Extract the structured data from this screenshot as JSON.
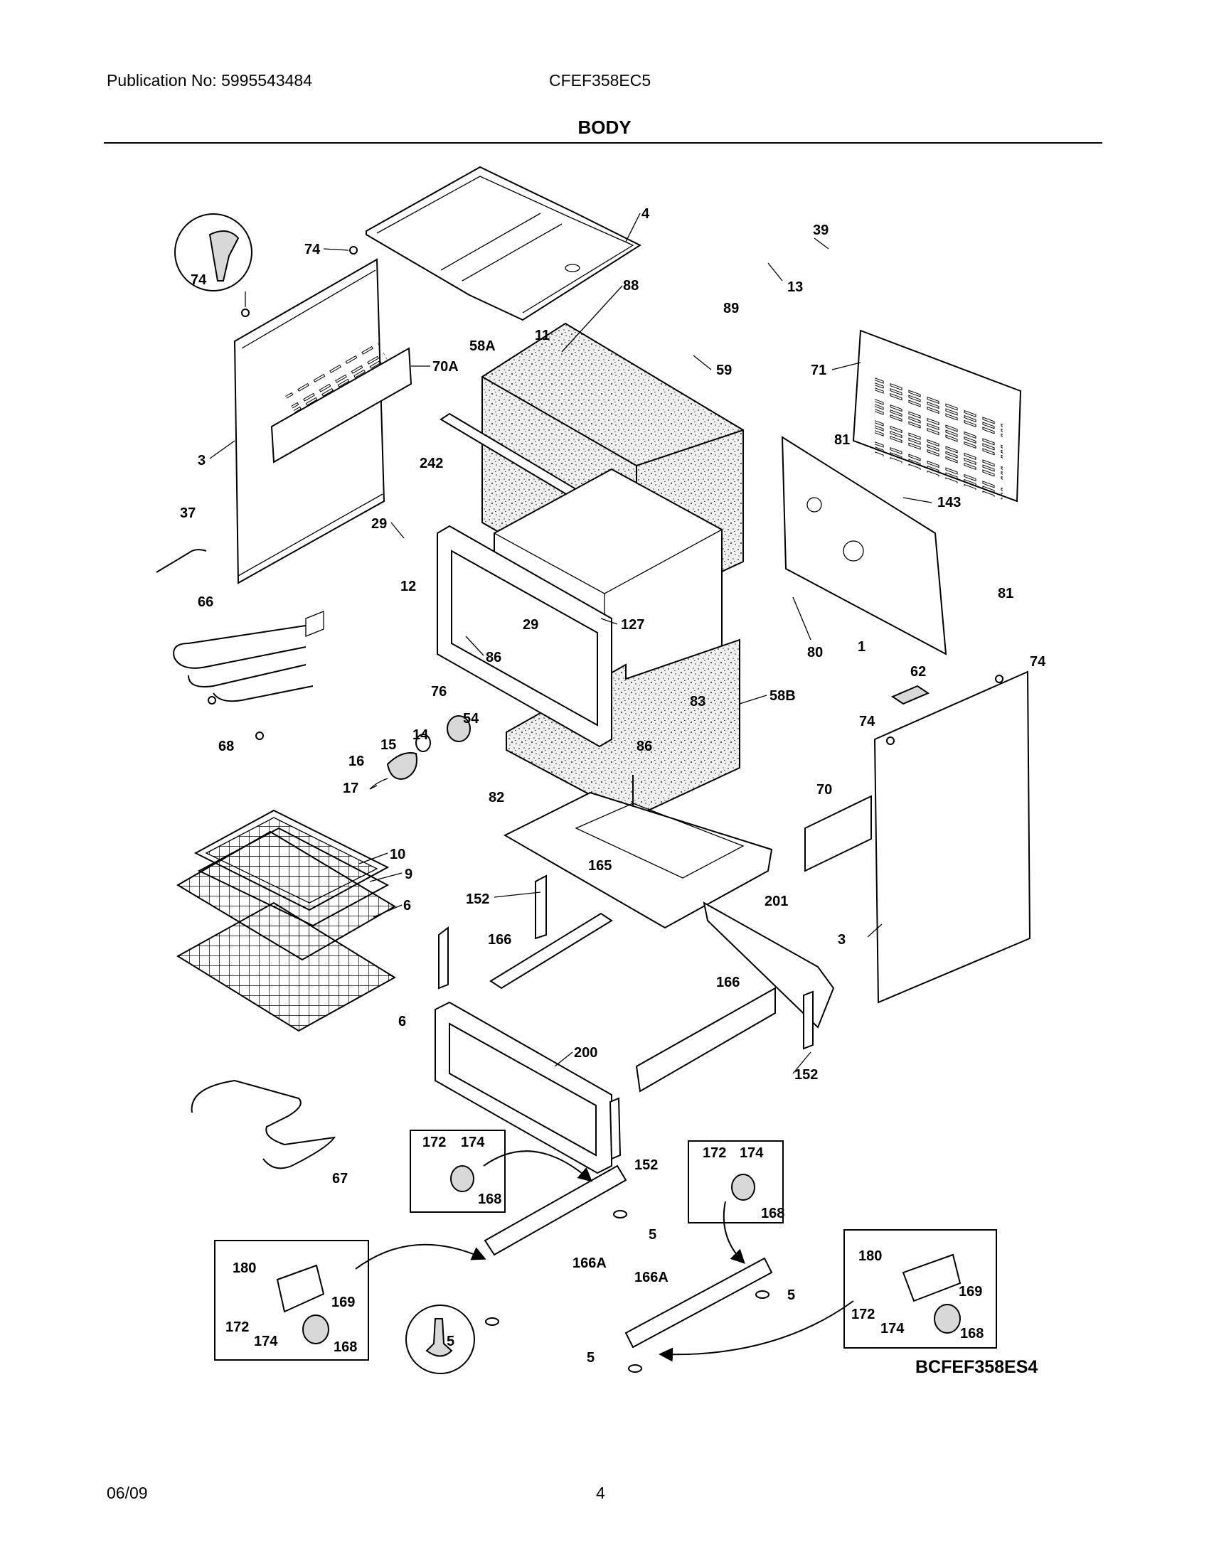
{
  "header": {
    "publication": "Publication No: 5995543484",
    "model": "CFEF358EC5",
    "section": "BODY"
  },
  "footer": {
    "date": "06/09",
    "page": "4"
  },
  "diagram_code": "BCFEF358ES4",
  "callouts": {
    "p4": "4",
    "p74a": "74",
    "p74b": "74",
    "p74c": "74",
    "p74d": "74",
    "p39": "39",
    "p13": "13",
    "p89": "89",
    "p88": "88",
    "p11": "11",
    "p58a": "58A",
    "p70a": "70A",
    "p59": "59",
    "p71": "71",
    "p3a": "3",
    "p242": "242",
    "p81a": "81",
    "p143": "143",
    "p37": "37",
    "p29a": "29",
    "p12": "12",
    "p81b": "81",
    "p66": "66",
    "p29b": "29",
    "p127": "127",
    "p86a": "86",
    "p80": "80",
    "p1": "1",
    "p62": "62",
    "p76": "76",
    "p83": "83",
    "p58b": "58B",
    "p54": "54",
    "p14": "14",
    "p15": "15",
    "p16": "16",
    "p68": "68",
    "p86b": "86",
    "p17": "17",
    "p82": "82",
    "p70": "70",
    "p10": "10",
    "p9": "9",
    "p165": "165",
    "p6a": "6",
    "p152a": "152",
    "p201": "201",
    "p3b": "3",
    "p166a": "166",
    "p166b": "166",
    "p6b": "6",
    "p200": "200",
    "p152b": "152",
    "p152c": "152",
    "p67": "67",
    "p172a": "172",
    "p174a": "174",
    "p168a": "168",
    "p172b": "172",
    "p174b": "174",
    "p168b": "168",
    "p5a": "5",
    "p180a": "180",
    "p169a": "169",
    "p172c": "172",
    "p174c": "174",
    "p168c": "168",
    "p166aa": "166A",
    "p5b": "5",
    "p166ab": "166A",
    "p5c": "5",
    "p5d": "5",
    "p180b": "180",
    "p169b": "169",
    "p172d": "172",
    "p174d": "174",
    "p168d": "168"
  }
}
